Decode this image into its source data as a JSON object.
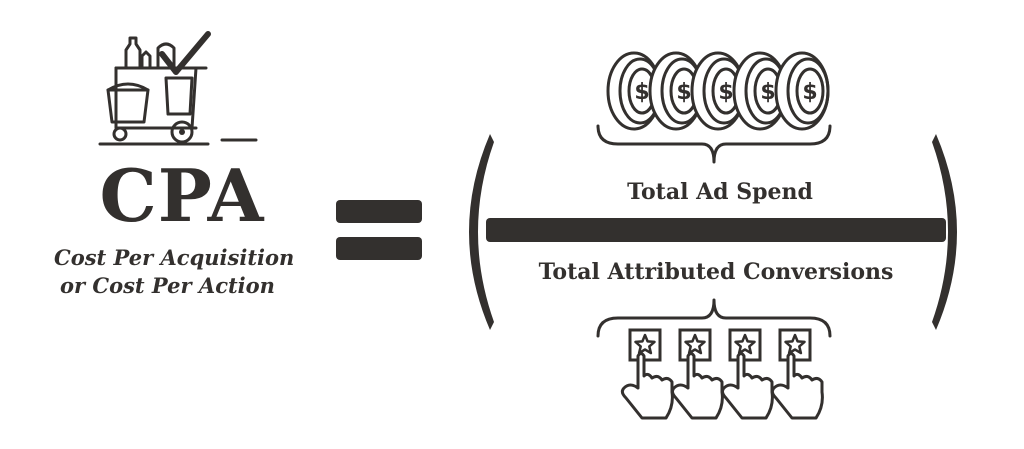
{
  "metric": {
    "acronym": "CPA",
    "definition_line1": "Cost Per Acquisition",
    "definition_line2": "or Cost Per Action"
  },
  "formula": {
    "numerator": "Total Ad Spend",
    "denominator": "Total Attributed Conversions"
  },
  "icons": {
    "metric_icon": "cleaning-cart-checkmark-icon",
    "numerator_icon": "dollar-coins-stack-icon",
    "numerator_icon_count": 5,
    "denominator_icon": "star-click-hand-icon",
    "denominator_icon_count": 4
  },
  "colors": {
    "ink": "#33302e",
    "background": "#ffffff"
  }
}
